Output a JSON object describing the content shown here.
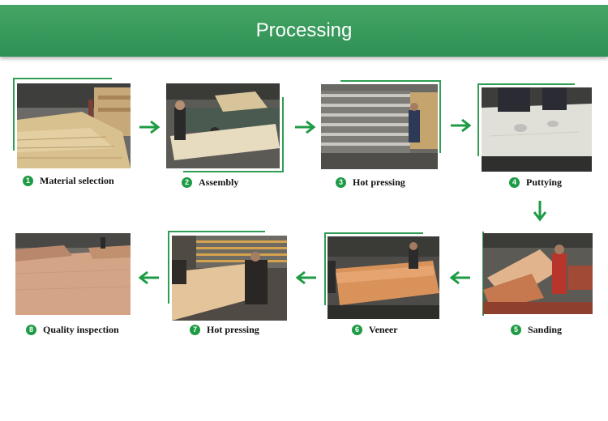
{
  "header": {
    "title": "Processing"
  },
  "steps": [
    {
      "number": "1",
      "label": "Material selection"
    },
    {
      "number": "2",
      "label": "Assembly"
    },
    {
      "number": "3",
      "label": "Hot pressing"
    },
    {
      "number": "4",
      "label": "Puttying"
    },
    {
      "number": "5",
      "label": "Sanding"
    },
    {
      "number": "6",
      "label": "Veneer"
    },
    {
      "number": "7",
      "label": "Hot pressing"
    },
    {
      "number": "8",
      "label": "Quality inspection"
    }
  ],
  "colors": {
    "banner": "#35975a",
    "arrow": "#1e9b45",
    "badge": "#1e9b45",
    "frame": "#2f9e52"
  },
  "icons": {
    "arrow": "arrow-icon",
    "badge": "number-badge-icon"
  }
}
